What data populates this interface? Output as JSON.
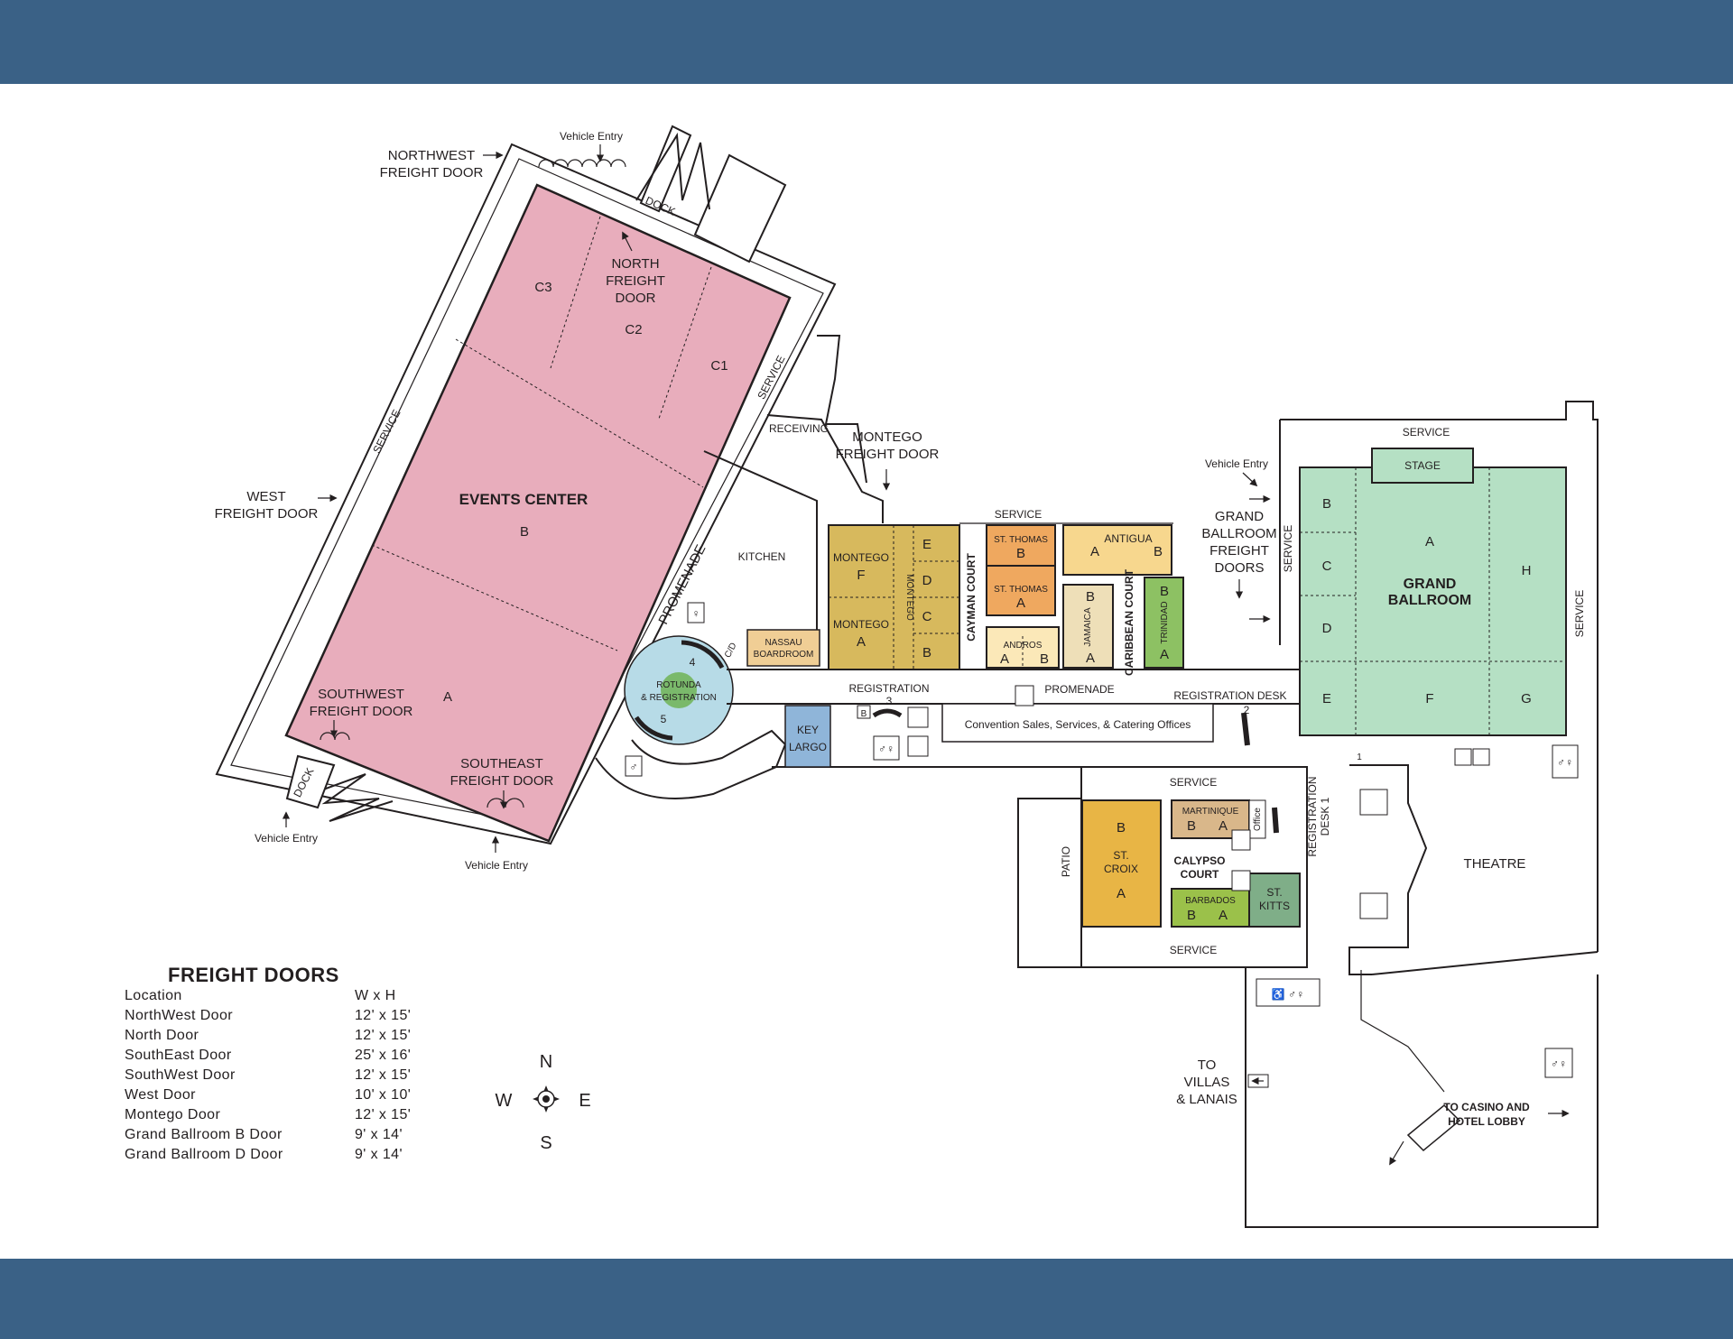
{
  "colors": {
    "band": "#3a6186",
    "events_center": "#e8adbc",
    "montego": "#d7b95d",
    "st_thomas": "#efa85f",
    "antigua": "#f7d78e",
    "andros": "#fbe8b8",
    "jamaica": "#eedfb8",
    "trinidad": "#8dc163",
    "key_largo": "#8fb5d9",
    "rotunda": "#b7dbe7",
    "rotunda_center": "#6ab04c",
    "grand_ballroom": "#b5e0c4",
    "st_croix": "#e8b545",
    "martinique": "#d9b78a",
    "barbados": "#9bc14a",
    "st_kitts": "#7fae88"
  },
  "map": {
    "events_center": {
      "title": "EVENTS CENTER",
      "sections": [
        "A",
        "B",
        "C1",
        "C2",
        "C3"
      ]
    },
    "labels": {
      "northwest_freight_door": [
        "NORTHWEST",
        "FREIGHT DOOR"
      ],
      "vehicle_entry": "Vehicle Entry",
      "dock": "DOCK",
      "north_freight_door": [
        "NORTH",
        "FREIGHT",
        "DOOR"
      ],
      "service": "SERVICE",
      "receiving": "RECEIVING",
      "montego_freight_door": [
        "MONTEGO",
        "FREIGHT DOOR"
      ],
      "west_freight_door": [
        "WEST",
        "FREIGHT DOOR"
      ],
      "kitchen": "KITCHEN",
      "promenade": "PROMENADE",
      "cd": "C/D",
      "southwest_freight_door": [
        "SOUTHWEST",
        "FREIGHT DOOR"
      ],
      "southeast_freight_door": [
        "SOUTHEAST",
        "FREIGHT DOOR"
      ],
      "rotunda": [
        "ROTUNDA",
        "& REGISTRATION"
      ],
      "rotunda_nums": [
        "4",
        "5"
      ],
      "nassau": [
        "NASSAU",
        "BOARDROOM"
      ],
      "key_largo": [
        "KEY",
        "LARGO"
      ],
      "registration": "REGISTRATION",
      "registration_num": "3",
      "registration_b": "B",
      "convention_sales": "Convention Sales, Services, & Catering Offices",
      "registration_desk": "REGISTRATION DESK",
      "registration_desk_num": "2",
      "registration_desk_1": [
        "REGISTRATION",
        "DESK 1"
      ],
      "patio": "PATIO",
      "calypso_court": [
        "CALYPSO",
        "COURT"
      ],
      "office": "Office",
      "cayman_court": "CAYMAN COURT",
      "caribbean_court": "CARIBBEAN COURT",
      "grand_ballroom_freight_doors": [
        "GRAND",
        "BALLROOM",
        "FREIGHT",
        "DOORS"
      ],
      "stage": "STAGE",
      "grand_ballroom": [
        "GRAND",
        "BALLROOM"
      ],
      "theatre": "THEATRE",
      "to_villas": [
        "TO",
        "VILLAS",
        "& LANAIS"
      ],
      "to_casino": [
        "TO CASINO AND",
        "HOTEL LOBBY"
      ],
      "one": "1"
    },
    "montego": {
      "f": [
        "MONTEGO",
        "F"
      ],
      "a": [
        "MONTEGO",
        "A"
      ],
      "vertical": "MONTEGO",
      "sections": [
        "E",
        "D",
        "C",
        "B"
      ]
    },
    "st_thomas": {
      "b": [
        "ST. THOMAS",
        "B"
      ],
      "a": [
        "ST. THOMAS",
        "A"
      ]
    },
    "antigua": {
      "name": "ANTIGUA",
      "sections": [
        "A",
        "B"
      ]
    },
    "andros": {
      "name": "ANDROS",
      "sections": [
        "A",
        "B"
      ]
    },
    "jamaica": {
      "name": "JAMAICA",
      "sections": [
        "B",
        "A"
      ]
    },
    "trinidad": {
      "name": "TRINIDAD",
      "sections": [
        "B",
        "A"
      ]
    },
    "grand_ballroom_sections": [
      "A",
      "B",
      "C",
      "D",
      "E",
      "F",
      "G",
      "H"
    ],
    "st_croix": {
      "name": [
        "ST.",
        "CROIX"
      ],
      "sections": [
        "B",
        "A"
      ]
    },
    "martinique": {
      "name": "MARTINIQUE",
      "sections": [
        "B",
        "A"
      ]
    },
    "barbados": {
      "name": "BARBADOS",
      "sections": [
        "B",
        "A"
      ]
    },
    "st_kitts": [
      "ST.",
      "KITTS"
    ],
    "compass": {
      "n": "N",
      "s": "S",
      "e": "E",
      "w": "W"
    }
  },
  "legend": {
    "title": "FREIGHT DOORS",
    "header": {
      "location": "Location",
      "size": "W x H"
    },
    "rows": [
      {
        "location": "NorthWest Door",
        "size": "12' x 15'"
      },
      {
        "location": "North Door",
        "size": "12' x 15'"
      },
      {
        "location": "SouthEast Door",
        "size": "25' x 16'"
      },
      {
        "location": "SouthWest Door",
        "size": "12' x 15'"
      },
      {
        "location": "West Door",
        "size": "10' x 10'"
      },
      {
        "location": "Montego Door",
        "size": "12' x 15'"
      },
      {
        "location": "Grand Ballroom B Door",
        "size": "9' x 14'"
      },
      {
        "location": "Grand Ballroom D Door",
        "size": "9' x 14'"
      }
    ]
  }
}
